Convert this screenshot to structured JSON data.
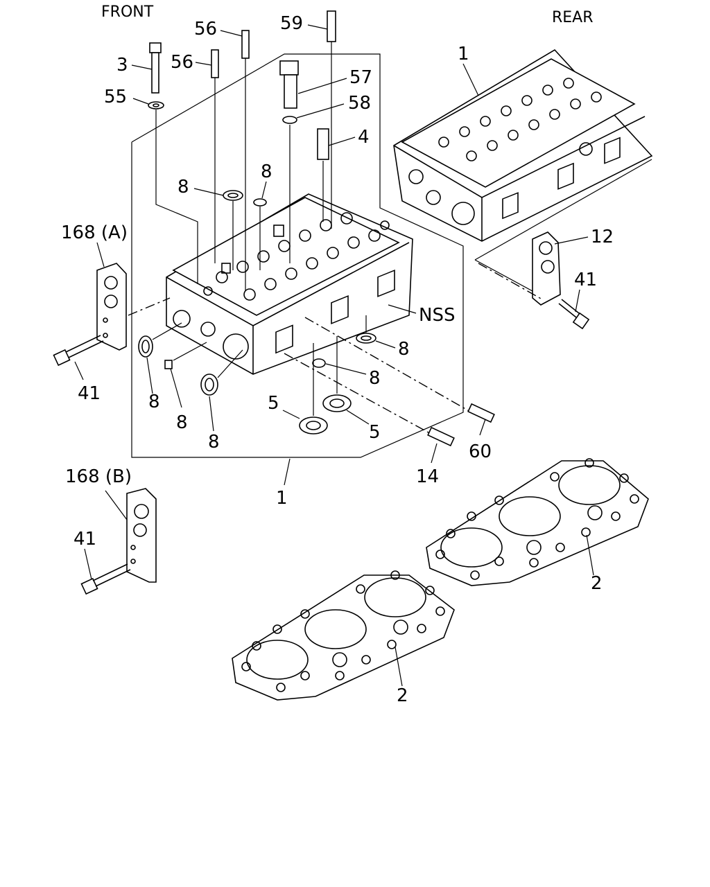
{
  "orientation": {
    "front": "FRONT",
    "rear": "REAR"
  },
  "callouts": {
    "c59": "59",
    "c56a": "56",
    "c56b": "56",
    "c3": "3",
    "c57": "57",
    "c55": "55",
    "c58": "58",
    "c4": "4",
    "c1_rear": "1",
    "c8_top1": "8",
    "c8_top2": "8",
    "c168a": "168 (A)",
    "c12": "12",
    "c41_rear": "41",
    "cNSS": "NSS",
    "c41_left": "41",
    "c8_r1": "8",
    "c8_r2": "8",
    "c8_b1": "8",
    "c8_b2": "8",
    "c8_b3": "8",
    "c5_l": "5",
    "c5_r": "5",
    "c60": "60",
    "c14": "14",
    "c1_front": "1",
    "c168b": "168 (B)",
    "c41_b": "41",
    "c2_upper": "2",
    "c2_lower": "2"
  }
}
